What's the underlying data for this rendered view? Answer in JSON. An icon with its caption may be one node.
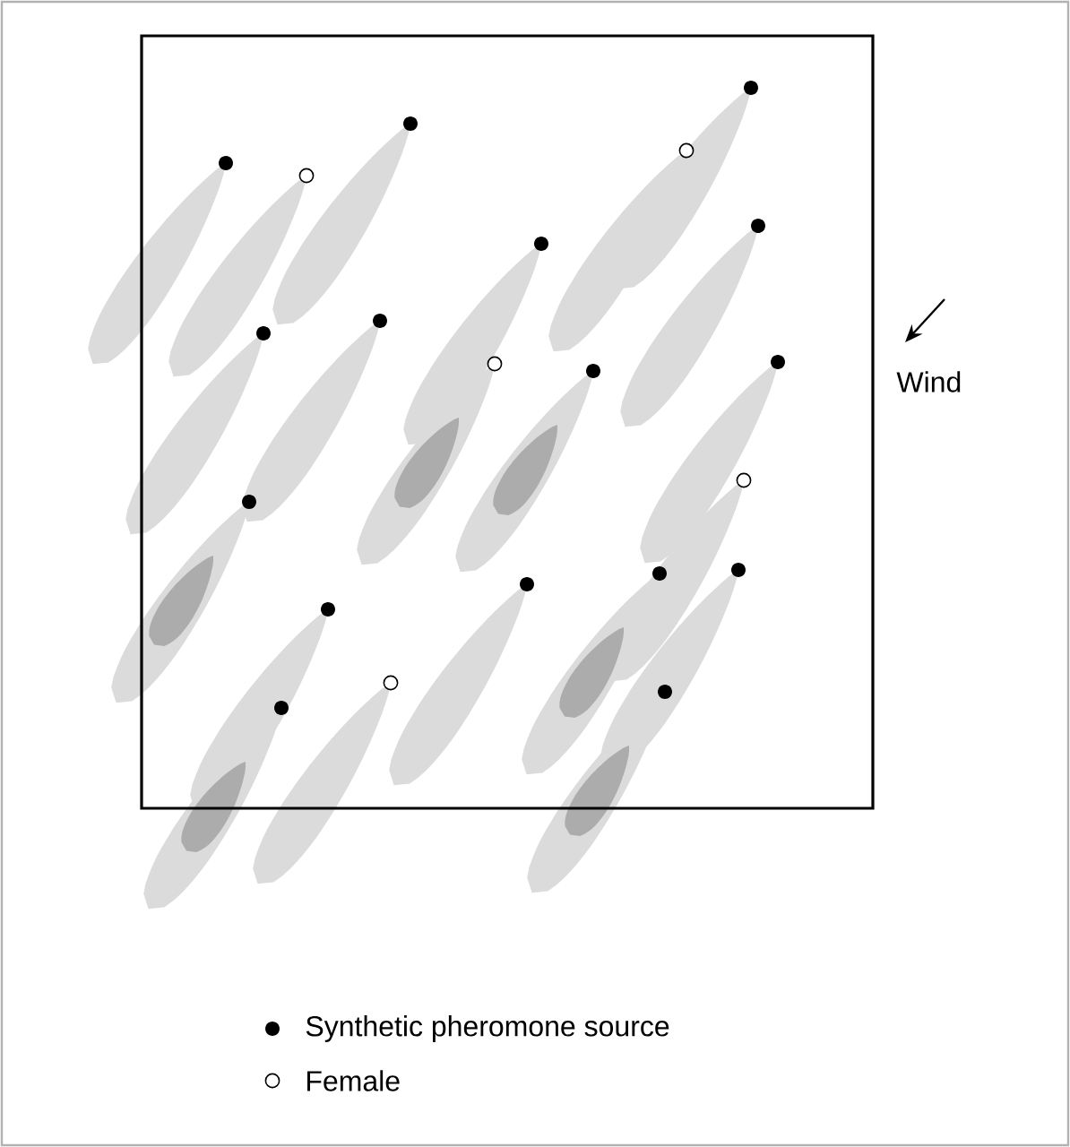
{
  "diagram": {
    "labels": [
      "Wind"
    ],
    "legend": [
      {
        "text": "Synthetic pheromone source"
      },
      {
        "text": "Female"
      }
    ]
  }
}
